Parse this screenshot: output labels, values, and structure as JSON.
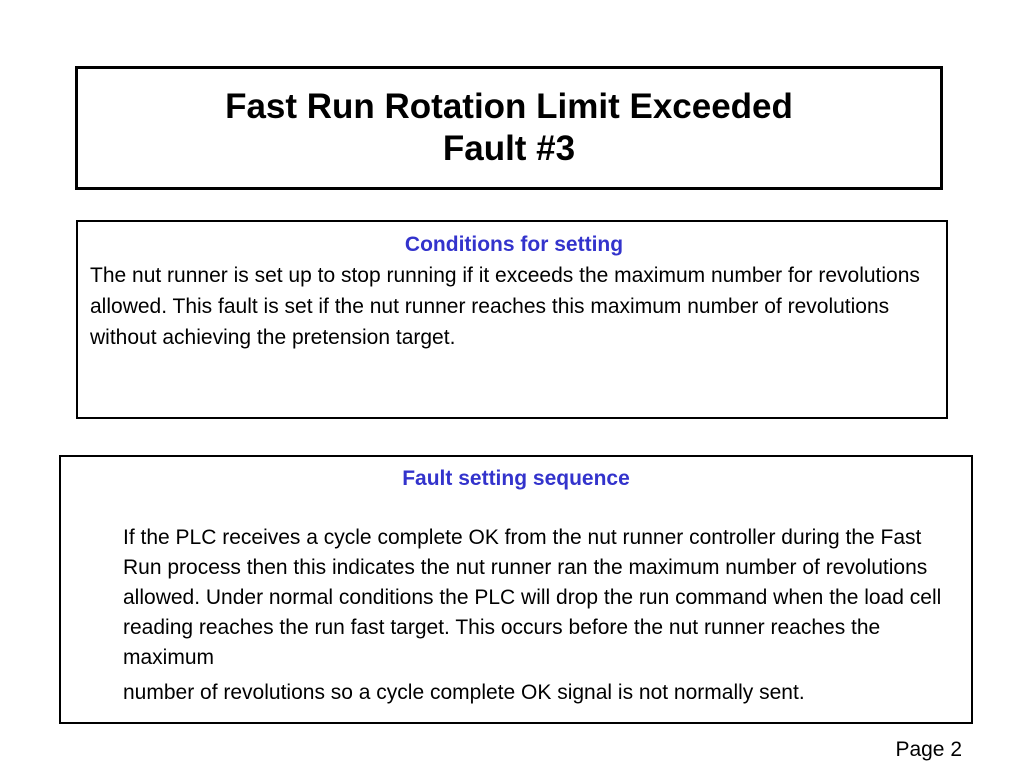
{
  "title": {
    "line1": "Fast Run Rotation Limit Exceeded",
    "line2": "Fault #3"
  },
  "conditions": {
    "heading": "Conditions for setting",
    "body": "The nut runner is set up to stop running if it exceeds the maximum number for revolutions allowed. This fault is set if the nut runner reaches this maximum number of revolutions without achieving the pretension target."
  },
  "sequence": {
    "heading": "Fault setting sequence",
    "body": "If the PLC receives a cycle complete OK from the nut runner controller during the Fast Run process then this indicates the nut runner ran the maximum number of  revolutions allowed. Under normal conditions the PLC will drop the run command when the load cell reading reaches the run fast target. This occurs before the nut runner reaches the maximum",
    "last_line": "number of revolutions so a cycle complete OK signal is not normally sent."
  },
  "footer": {
    "page_label": "Page 2"
  },
  "colors": {
    "heading_blue": "#3333CC",
    "border": "#000000",
    "text": "#000000"
  }
}
